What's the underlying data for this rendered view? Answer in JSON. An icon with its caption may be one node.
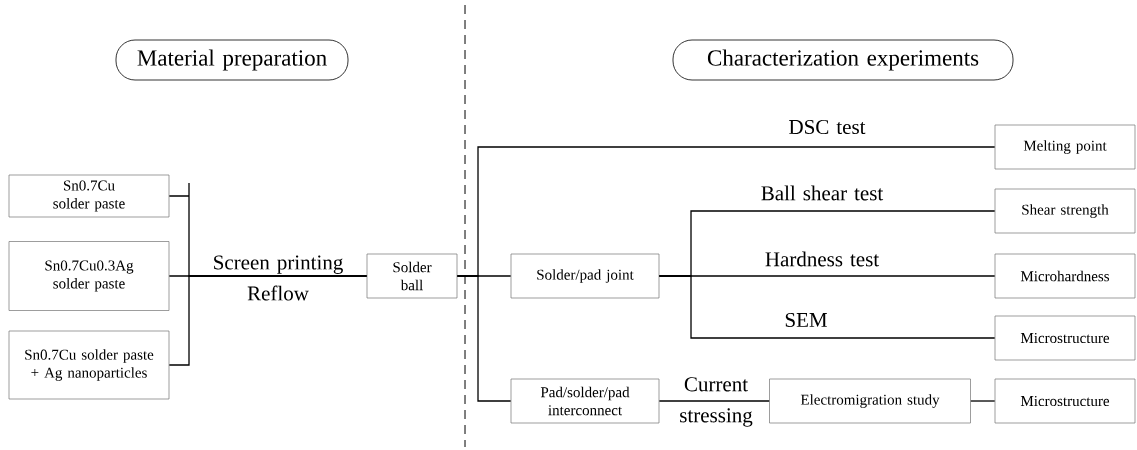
{
  "diagram": {
    "nodes": [
      {
        "text": [
          "Material preparation"
        ]
      },
      {
        "text": [
          "Characterization experiments"
        ]
      },
      {
        "text": [
          "Sn0.7Cu solder paste"
        ]
      },
      {
        "text": [
          "Sn0.7Cu0.3Ag solder paste"
        ]
      },
      {
        "text": [
          "Sn0.7Cu solder paste + Ag nanoparticles"
        ]
      },
      {
        "text": [
          "Solder ball"
        ]
      },
      {
        "text": [
          "Melting point"
        ]
      },
      {
        "text": [
          "Solder/pad joint"
        ]
      },
      {
        "text": [
          "Shear strength"
        ]
      },
      {
        "text": [
          "Microhardness"
        ]
      },
      {
        "text": [
          "Microstructure"
        ]
      },
      {
        "text": [
          "Pad/solder/pad interconnect"
        ]
      },
      {
        "text": [
          "Electromigration study"
        ]
      },
      {
        "text": [
          "Microstructure"
        ]
      }
    ],
    "edges": [
      {
        "from": 2,
        "to": 5,
        "arrow": "none"
      },
      {
        "from": 3,
        "to": 5,
        "arrow": "none",
        "label": "Screen printing Reflow"
      },
      {
        "from": 4,
        "to": 5,
        "arrow": "none"
      },
      {
        "from": 5,
        "to": 6,
        "arrow": "none",
        "label": "DSC test"
      },
      {
        "from": 5,
        "to": 7,
        "arrow": "none"
      },
      {
        "from": 5,
        "to": 11,
        "arrow": "none"
      },
      {
        "from": 7,
        "to": 8,
        "arrow": "none",
        "label": "Ball shear test"
      },
      {
        "from": 7,
        "to": 9,
        "arrow": "none",
        "label": "Hardness test"
      },
      {
        "from": 7,
        "to": 10,
        "arrow": "none",
        "label": "SEM"
      },
      {
        "from": 11,
        "to": 12,
        "arrow": "none",
        "label": "Current stressing"
      },
      {
        "from": 12,
        "to": 13,
        "arrow": "none"
      }
    ]
  }
}
